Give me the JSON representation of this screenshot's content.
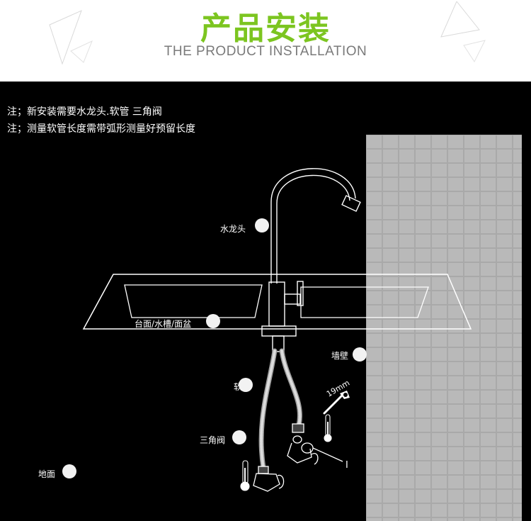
{
  "header": {
    "title_cn": "产品安装",
    "title_en": "THE PRODUCT INSTALLATION",
    "accent_color": "#7cc520"
  },
  "notes": [
    "注；新安装需要水龙头.软管 三角阀",
    "注；测量软管长度需带弧形测量好预留长度"
  ],
  "labels": {
    "faucet": "水龙头",
    "countertop": "台面/水槽/面盆",
    "wall": "墙壁",
    "hose": "软管",
    "angle_valve": "三角阀",
    "floor": "地面",
    "wrench_size": "19mm",
    "marker": "I"
  }
}
